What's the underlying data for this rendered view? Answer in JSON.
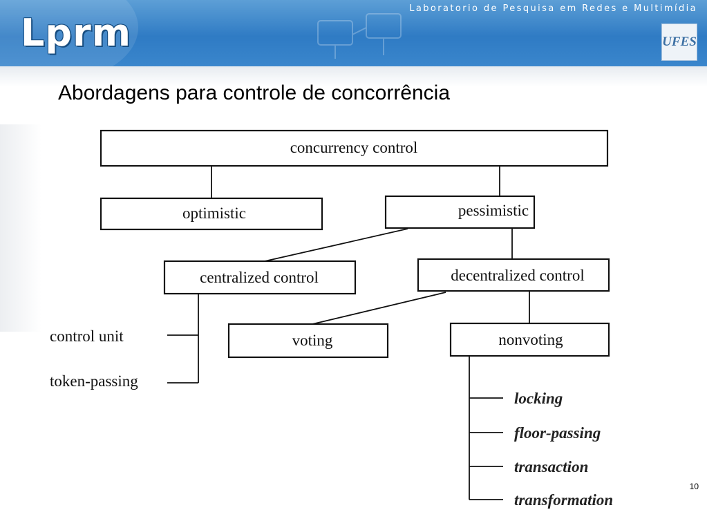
{
  "header": {
    "logo_text": "Lprm",
    "lab_name": "Laboratorio de Pesquisa em Redes e Multimídia",
    "ufes_logo_text": "UFES"
  },
  "slide": {
    "title": "Abordagens para controle de concorrência",
    "page_number": "10"
  },
  "diagram": {
    "root": "concurrency control",
    "optimistic": "optimistic",
    "pessimistic": "pessimistic",
    "centralized": "centralized control",
    "decentralized": "decentralized control",
    "centralized_children": [
      "control unit",
      "token-passing"
    ],
    "voting": "voting",
    "nonvoting": "nonvoting",
    "nonvoting_children": [
      "locking",
      "floor-passing",
      "transaction",
      "transformation"
    ]
  }
}
